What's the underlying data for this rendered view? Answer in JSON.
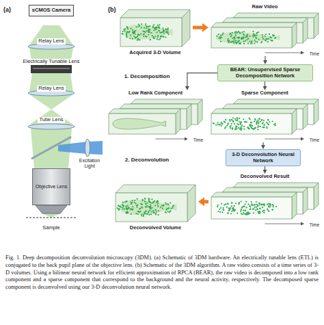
{
  "diagram": {
    "caption": "Fig. 1. Deep decomposition deconvolution microscopy (3DM). (a) Schematic of 3DM hardware. An electrically tunable lens (ETL) is conjugated to the back pupil plane of the objective lens. (b) Schematic of the 3DM algorithm. A raw video consists of a time series of 3-D volumes. Using a bilinear neural network for efficient approximation of RPCA (BEAR), the raw video is decomposed into a low rank component and a sparse component that correspond to the background and the neural activity, respectively. The decomposed sparse component is deconvolved using our 3-D deconvolution neural network.",
    "nodes": [
      {
        "text": [
          "sCMOS Camera"
        ]
      },
      {
        "text": [
          "Objective Lens"
        ]
      },
      {
        "text": [
          "Acquired 3-D Volume"
        ]
      },
      {
        "text": [
          "Raw Video",
          "Time"
        ]
      },
      {
        "text": [
          "BEAR: Unsupervised Sparse Decomposition Network"
        ]
      },
      {
        "text": [
          "Low Rank Component",
          "Time"
        ]
      },
      {
        "text": [
          "Sparse Component",
          "Time"
        ]
      },
      {
        "text": [
          "3-D Deconvolution Neural Network"
        ]
      },
      {
        "text": [
          "Deconvolved Result",
          "Time"
        ]
      },
      {
        "text": [
          "Deconvolved Volume"
        ]
      }
    ],
    "edges": [
      {
        "from": 2,
        "to": 3,
        "arrow": "to"
      },
      {
        "from": 3,
        "to": 4,
        "arrow": "to"
      },
      {
        "from": 4,
        "to": 5,
        "arrow": "to"
      },
      {
        "from": 4,
        "to": 6,
        "arrow": "to"
      },
      {
        "from": 6,
        "to": 7,
        "arrow": "to"
      },
      {
        "from": 7,
        "to": 8,
        "arrow": "to"
      },
      {
        "from": 8,
        "to": 9,
        "arrow": "to"
      }
    ],
    "labels": [
      "(a)",
      "(b)",
      "Relay Lens",
      "Electrically Tunable Lens",
      "Relay Lens",
      "Tube Lens",
      "Excitation Light",
      "Sample",
      "1. Decomposition",
      "2. Deconvolution"
    ]
  }
}
